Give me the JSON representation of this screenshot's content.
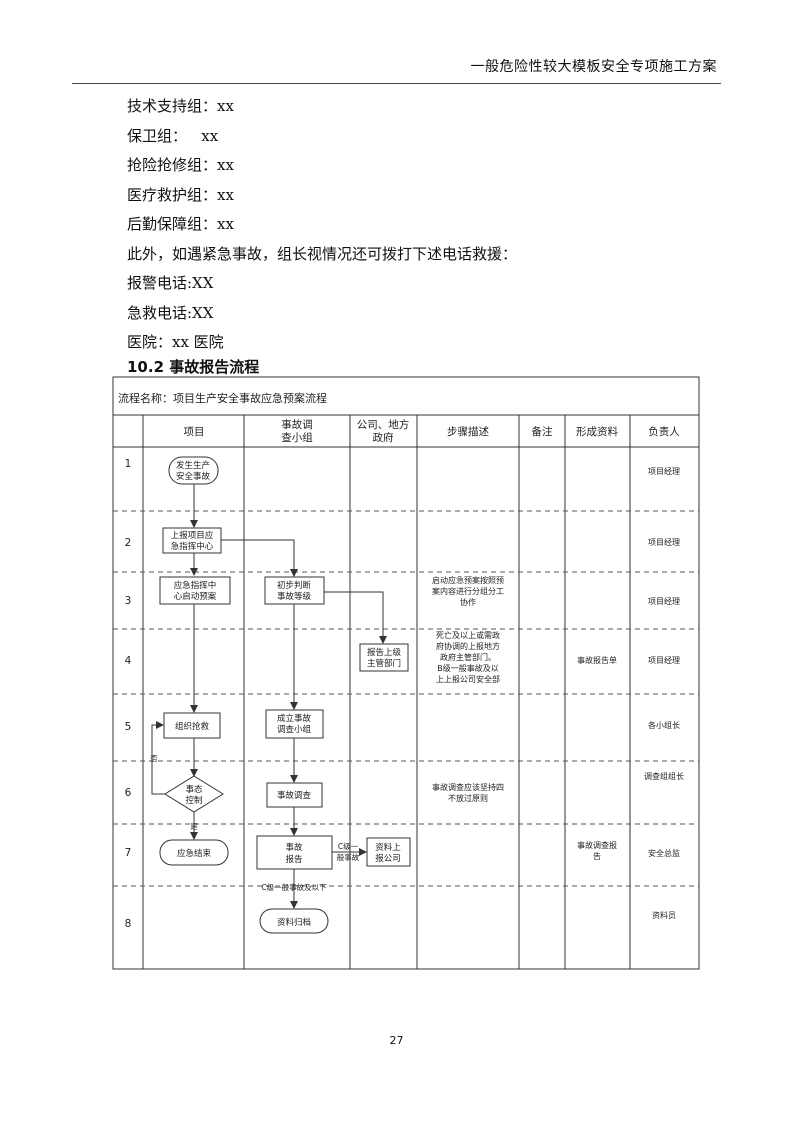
{
  "header": {
    "title": "一般危险性较大模板安全专项施工方案"
  },
  "contacts": [
    "技术支持组：xx",
    "保卫组：   xx",
    "抢险抢修组：xx",
    "医疗救护组：xx",
    "后勤保障组：xx",
    "此外，如遇紧急事故，组长视情况还可拨打下述电话救援：",
    "报警电话:XX",
    "急救电话:XX",
    "医院：xx 医院"
  ],
  "section": {
    "heading": "10.2 事故报告流程"
  },
  "flowchart": {
    "title": "流程名称：项目生产安全事故应急预案流程",
    "columns": {
      "project": "项目",
      "investigation": [
        "事故调",
        "查小组"
      ],
      "government": [
        "公司、地方",
        "政府"
      ],
      "steps": "步骤描述",
      "remarks": "备注",
      "documents": "形成资料",
      "owner": "负责人"
    },
    "rows": [
      "1",
      "2",
      "3",
      "4",
      "5",
      "6",
      "7",
      "8"
    ],
    "nodes": {
      "accident": [
        "发生生产",
        "安全事故"
      ],
      "report_center": [
        "上报项目应",
        "急指挥中心"
      ],
      "plan_start": [
        "应急指挥中",
        "心启动预案"
      ],
      "initial_judge": [
        "初步判断",
        "事故等级"
      ],
      "report_superior": [
        "报告上级",
        "主管部门"
      ],
      "rescue": "组织抢救",
      "set_team": [
        "成立事故",
        "调查小组"
      ],
      "control": [
        "事态",
        "控制"
      ],
      "investigate": "事故调查",
      "end": "应急结束",
      "accident_report": [
        "事故",
        "报告"
      ],
      "report_company": [
        "资料上",
        "报公司"
      ],
      "archive": "资料归档"
    },
    "labels": {
      "no": "否",
      "yes": "是",
      "level_c": [
        "C级一",
        "般事故"
      ],
      "below_c": "C级一般事故及以下"
    },
    "steps": {
      "row3": [
        "启动应急预案按照预",
        "案内容进行分组分工",
        "协作"
      ],
      "row4": [
        "死亡及以上或需政",
        "府协调的上报地方",
        "政府主管部门。",
        "B级一般事故及以",
        "上上报公司安全部"
      ],
      "row6": [
        "事故调查应该坚持四",
        "不放过原则"
      ]
    },
    "documents": {
      "row4": "事故报告单",
      "row7": [
        "事故调查报",
        "告"
      ]
    },
    "owners": [
      "项目经理",
      "项目经理",
      "项目经理",
      "项目经理",
      "各小组长",
      "调查组组长",
      "安全总监",
      "资料员"
    ]
  },
  "footer": {
    "page_number": "27"
  }
}
